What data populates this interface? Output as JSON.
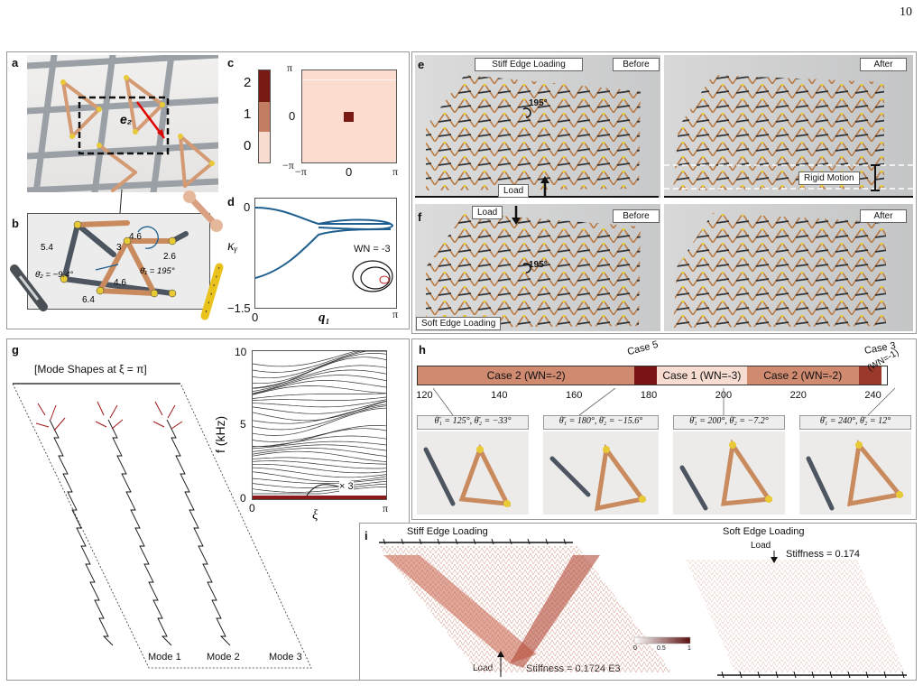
{
  "page_number": "10",
  "panels": {
    "a": "a",
    "b": "b",
    "c": "c",
    "d": "d",
    "e": "e",
    "f": "f",
    "g": "g",
    "h": "h",
    "i": "i"
  },
  "panel_a": {
    "vector_label": "e₂"
  },
  "panel_b": {
    "lengths": [
      "4.6",
      "5.4",
      "3",
      "2.6",
      "4.6",
      "6.4"
    ],
    "theta2": "θ̄₂ = −9.4°",
    "theta1": "θ̄₁ = 195°"
  },
  "panel_c": {
    "colorbar_ticks": [
      "2",
      "1",
      "0"
    ],
    "y_ticks": [
      "π",
      "0",
      "−π"
    ],
    "x_ticks": [
      "−π",
      "0",
      "π"
    ]
  },
  "panel_d": {
    "ylabel": "κᵧ",
    "xlabel": "q₁",
    "y_ticks": [
      "0",
      "−1.5"
    ],
    "x_ticks": [
      "0",
      "π"
    ],
    "inset_label": "WN = -3"
  },
  "panel_e": {
    "title_left": "Stiff Edge Loading",
    "before": "Before",
    "after": "After",
    "angle": "195°",
    "load": "Load",
    "rigid": "Rigid Motion"
  },
  "panel_f": {
    "load": "Load",
    "before": "Before",
    "after": "After",
    "angle": "195°",
    "title": "Soft Edge Loading"
  },
  "panel_g": {
    "title": "[Mode Shapes at ξ = π]",
    "modes": [
      "Mode 1",
      "Mode 2",
      "Mode 3"
    ],
    "ylabel": "f (kHz)",
    "xlabel": "ξ",
    "y_ticks": [
      "10",
      "5",
      "0"
    ],
    "x_ticks": [
      "0",
      "π"
    ],
    "annotation": "× 3"
  },
  "panel_h": {
    "segments": [
      {
        "label": "Case 2  (WN=-2)",
        "from": 118,
        "to": 176,
        "color": "#cf8a70"
      },
      {
        "label": "",
        "from": 176,
        "to": 182,
        "color": "#7a1414"
      },
      {
        "label": "Case 1  (WN=-3)",
        "from": 182,
        "to": 206,
        "color": "#f6dcd1"
      },
      {
        "label": "Case 2  (WN=-2)",
        "from": 206,
        "to": 236,
        "color": "#cf8a70"
      },
      {
        "label": "",
        "from": 236,
        "to": 242,
        "color": "#9b3a2c"
      }
    ],
    "case5": "Case 5",
    "case3": "Case 3",
    "case3b": "(WN=-1)",
    "x_ticks": [
      "120",
      "140",
      "160",
      "180",
      "200",
      "220",
      "240"
    ],
    "examples": [
      "θ̄₁ = 125°, θ̄₂ = −33°",
      "θ̄₁ = 180°, θ̄₂ = −15.6°",
      "θ̄₁ = 200°, θ̄₂ = −7.2°",
      "θ̄₁ = 240°, θ̄₂ = 12°"
    ]
  },
  "panel_i": {
    "stiff_title": "Stiff Edge Loading",
    "soft_title": "Soft Edge Loading",
    "load": "Load",
    "load2": "Load",
    "stiffness_stiff": "Stiffness = 0.1724 E3",
    "stiffness_soft": "Stiffness = 0.174",
    "cb_ticks": [
      "0",
      "0.5",
      "1"
    ]
  },
  "colors": {
    "beam_orange": "#c98a5e",
    "beam_grey": "#6b7580",
    "accent_red": "#8b1a1a",
    "curve_blue": "#1f5f8f"
  }
}
